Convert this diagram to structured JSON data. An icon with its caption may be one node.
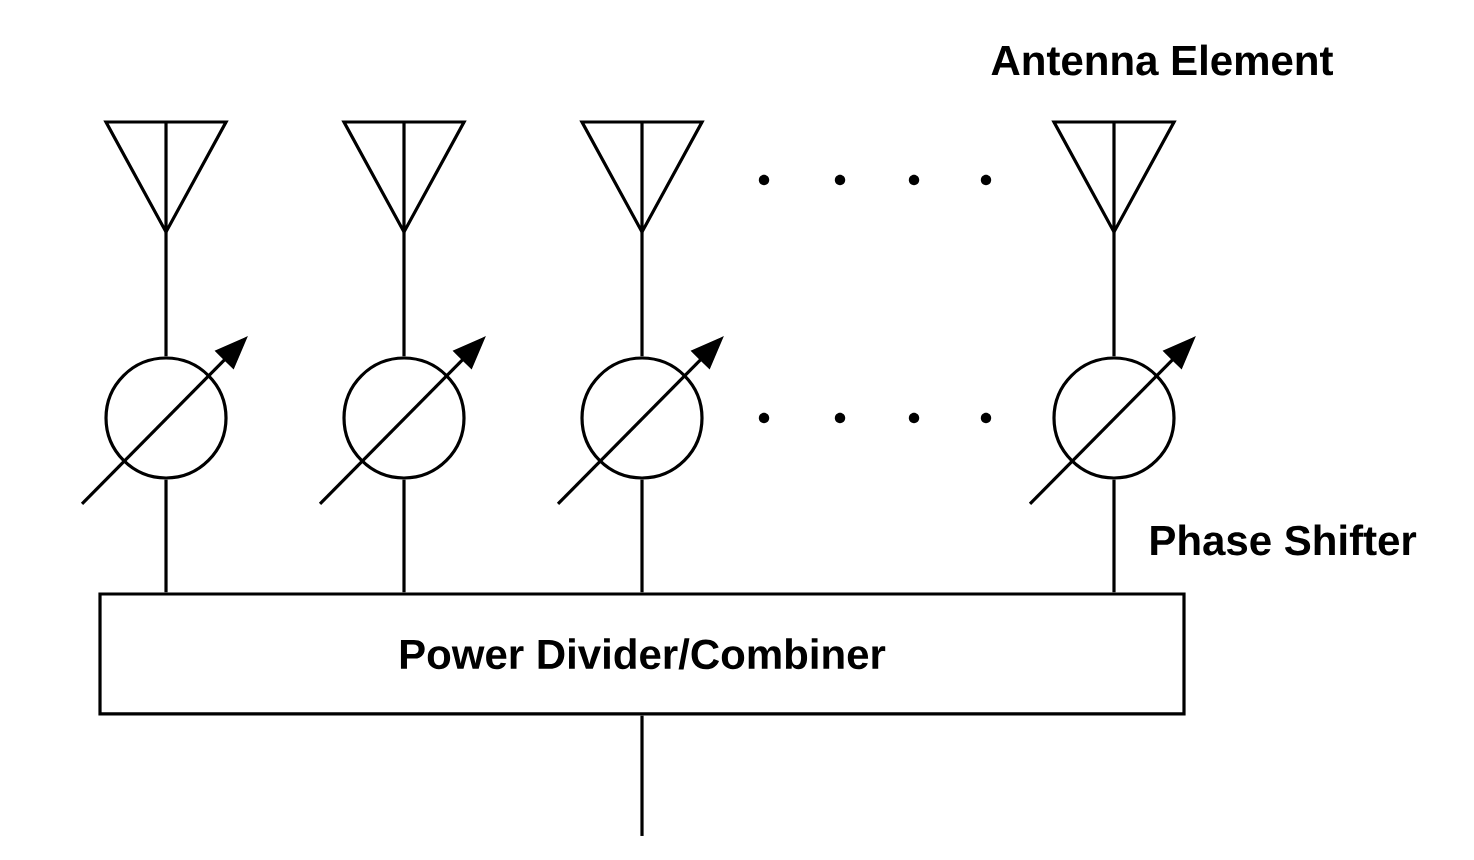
{
  "diagram": {
    "nodes": [
      {
        "text": [],
        "shape": "antenna"
      },
      {
        "text": [],
        "shape": "antenna"
      },
      {
        "text": [],
        "shape": "antenna"
      },
      {
        "text": [],
        "shape": "antenna",
        "beside": [
          "Antenna Element"
        ]
      },
      {
        "text": [],
        "shape": "circle"
      },
      {
        "text": [],
        "shape": "circle"
      },
      {
        "text": [],
        "shape": "circle"
      },
      {
        "text": [],
        "shape": "circle",
        "beside": [
          "Phase Shifter"
        ]
      },
      {
        "text": [
          "Power Divider/Combiner"
        ]
      }
    ],
    "edges": [
      {
        "from": 0,
        "to": 4,
        "arrow": "none"
      },
      {
        "from": 1,
        "to": 5,
        "arrow": "none"
      },
      {
        "from": 2,
        "to": 6,
        "arrow": "none"
      },
      {
        "from": 3,
        "to": 7,
        "arrow": "none"
      },
      {
        "from": 4,
        "to": 8,
        "arrow": "none"
      },
      {
        "from": 5,
        "to": 8,
        "arrow": "none"
      },
      {
        "from": 6,
        "to": 8,
        "arrow": "none"
      },
      {
        "from": 7,
        "to": 8,
        "arrow": "none"
      },
      {
        "from": 8,
        "to": null,
        "arrow": "none"
      }
    ]
  }
}
